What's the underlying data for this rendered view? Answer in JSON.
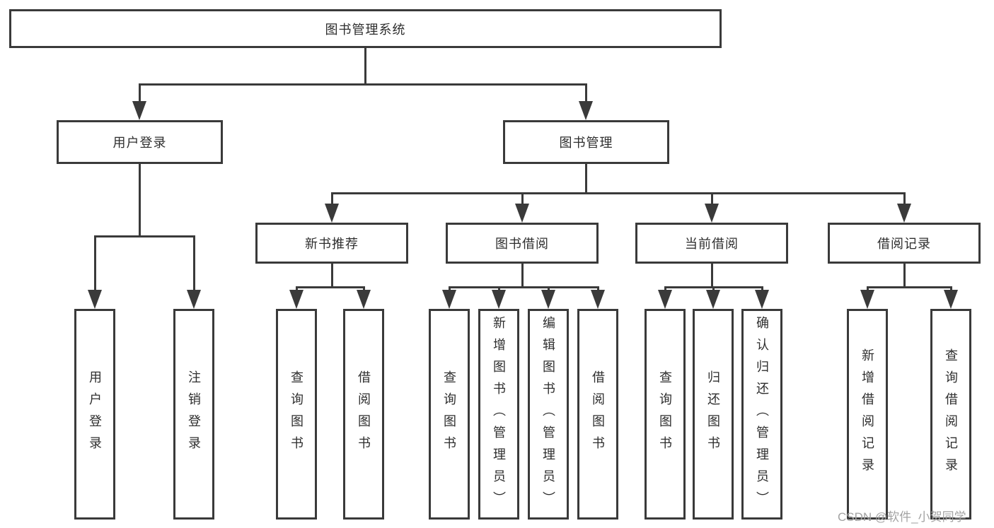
{
  "root": {
    "label": "图书管理系统"
  },
  "branches": [
    {
      "label": "用户登录",
      "children": [
        {
          "label": "用户登录"
        },
        {
          "label": "注销登录"
        }
      ]
    },
    {
      "label": "图书管理",
      "children": [
        {
          "label": "新书推荐",
          "children": [
            {
              "label": "查询图书"
            },
            {
              "label": "借阅图书"
            }
          ]
        },
        {
          "label": "图书借阅",
          "children": [
            {
              "label": "查询图书"
            },
            {
              "label": "新增图书（管理员）"
            },
            {
              "label": "编辑图书（管理员）"
            },
            {
              "label": "借阅图书"
            }
          ]
        },
        {
          "label": "当前借阅",
          "children": [
            {
              "label": "查询图书"
            },
            {
              "label": "归还图书"
            },
            {
              "label": "确认归还（管理员）"
            }
          ]
        },
        {
          "label": "借阅记录",
          "children": [
            {
              "label": "新增借阅记录"
            },
            {
              "label": "查询借阅记录"
            }
          ]
        }
      ]
    }
  ],
  "watermark": "CSDN @软件_小贺同学",
  "colors": {
    "line": "#3a3a3a",
    "text": "#2e2e2e",
    "watermark": "#a3a3a3",
    "background": "#ffffff"
  }
}
